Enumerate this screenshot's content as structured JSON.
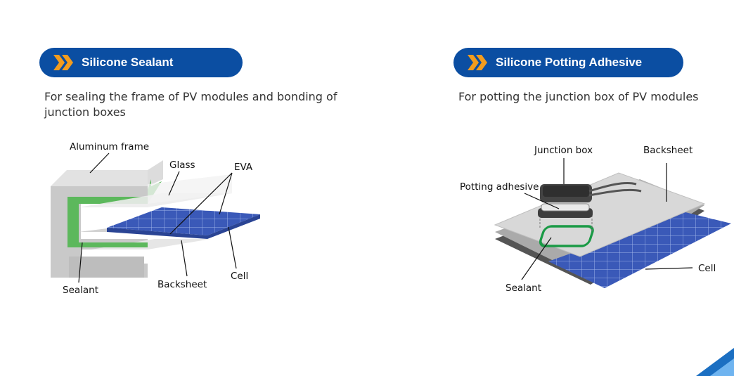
{
  "left_panel": {
    "title": "Silicone Sealant",
    "description_line1": "For sealing the frame of PV modules and bonding of",
    "description_line2": "junction boxes",
    "labels": {
      "aluminum_frame": "Aluminum frame",
      "glass": "Glass",
      "eva": "EVA",
      "sealant": "Sealant",
      "backsheet": "Backsheet",
      "cell": "Cell"
    }
  },
  "right_panel": {
    "title": "Silicone Potting Adhesive",
    "description": "For potting the junction box of PV modules",
    "labels": {
      "junction_box": "Junction box",
      "backsheet": "Backsheet",
      "potting_adhesive": "Potting adhesive",
      "sealant": "Sealant",
      "cell": "Cell"
    }
  },
  "colors": {
    "pill": "#0b4ea2",
    "chevron": "#f39c1e",
    "frame": "#cfcfcf",
    "sealant": "#5cb85c",
    "cell": "#3a59b8",
    "backsheet_sheet": "#d8d8d8"
  },
  "icons": [
    "chevron-right-icon"
  ]
}
